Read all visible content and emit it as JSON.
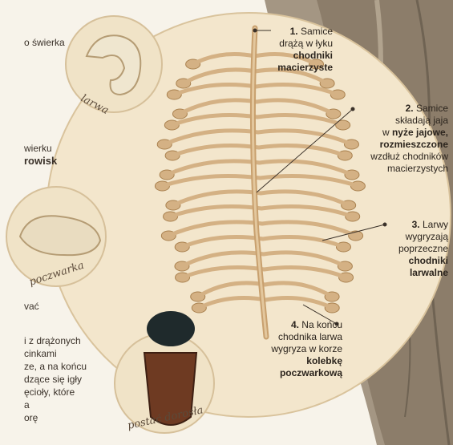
{
  "left_fragments": [
    "o świerka",
    "wierku",
    "rowisk",
    "vać",
    "i z drążonych",
    "cinkami",
    "ze, a na końcu",
    "dzące się igły",
    "ęcioły, które",
    "a",
    "orę"
  ],
  "stage_labels": {
    "larva": "larwa",
    "pupa": "poczwarka",
    "adult": "postać dorosła"
  },
  "callouts": [
    {
      "num": "1.",
      "lines": [
        "Samice",
        "drążą w łyku"
      ],
      "bold_lines": [
        "chodniki",
        "macierzyste"
      ]
    },
    {
      "num": "2.",
      "lines": [
        "Samice",
        "składają jaja"
      ],
      "mixed": "w",
      "bold_lines": [
        "nyże jajowe,",
        "rozmieszczone"
      ],
      "tail_lines": [
        "wzdłuż chodników",
        "macierzystych"
      ]
    },
    {
      "num": "3.",
      "lines": [
        "Larwy",
        "wygryzają",
        "poprzeczne"
      ],
      "bold_lines": [
        "chodniki",
        "larwalne"
      ]
    },
    {
      "num": "4.",
      "lines": [
        "Na końcu",
        "chodnika larwa",
        "wygryza w korze"
      ],
      "bold_lines": [
        "kolebkę",
        "poczwarkową"
      ]
    }
  ],
  "colors": {
    "background": "#f7f3ea",
    "circle": "#f3e6cc",
    "gallery": "#d4b184",
    "gallery_dark": "#a9814f",
    "bark": "#8a7a66",
    "beetle_shell": "#6e3a22"
  }
}
